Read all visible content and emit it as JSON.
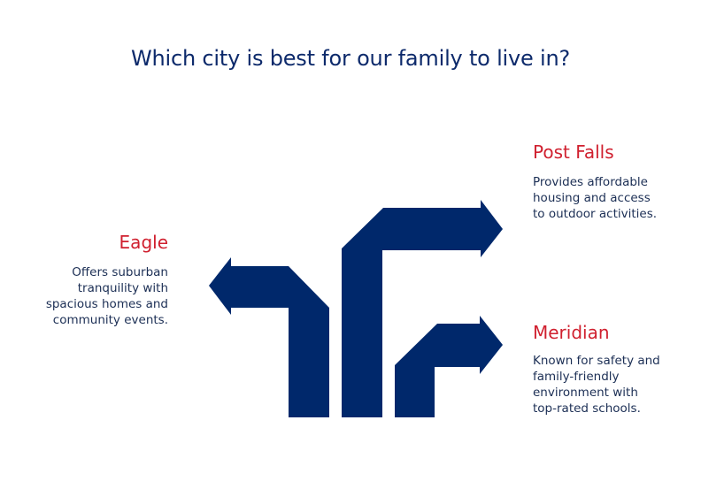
{
  "title": "Which city is best for our family to live in?",
  "colors": {
    "shape": "#00286b",
    "heading": "#d0202f",
    "title": "#0d2a6b",
    "text": "#1c2f55"
  },
  "options": [
    {
      "name": "Eagle",
      "description": "Offers suburban tranquility with spacious homes and community events.",
      "direction": "left"
    },
    {
      "name": "Post Falls",
      "description": "Provides affordable housing and access to outdoor activities.",
      "direction": "right"
    },
    {
      "name": "Meridian",
      "description": "Known for safety and family-friendly environment with top-rated schools.",
      "direction": "right"
    }
  ]
}
